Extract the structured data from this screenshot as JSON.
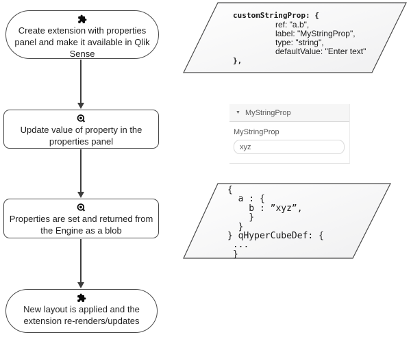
{
  "flowchart": {
    "node1": {
      "icon": "puzzle",
      "label": "Create extension with properties panel and make it available in Qlik Sense"
    },
    "node2": {
      "icon": "qlik-q",
      "label": "Update value of property in the properties panel"
    },
    "node3": {
      "icon": "qlik-q",
      "label": "Properties are set and returned from the Engine as a blob"
    },
    "node4": {
      "icon": "puzzle",
      "label": "New layout is applied and the extension re-renders/updates"
    }
  },
  "code_definition": {
    "open_line": "customStringProp: {",
    "prop_lines": [
      "ref: \"a.b\",",
      "label: \"MyStringProp\",",
      "type: \"string\",",
      "defaultValue: \"Enter text\""
    ],
    "close_line": "},"
  },
  "code_blob": {
    "lines": [
      "{",
      "  a : {",
      "    b : ”xyz”,",
      "    }",
      "  }",
      "} qHyperCubeDef: {",
      " ...",
      " }"
    ]
  },
  "properties_panel": {
    "expander_glyph": "▼",
    "header_label": "MyStringProp",
    "field_label": "MyStringProp",
    "field_value": "xyz"
  },
  "colors": {
    "shape_border": "#4a4a4a",
    "arrow": "#3d3d3d",
    "text": "#1f1f1f",
    "panel_text": "#595959",
    "panel_header_bg": "#f6f6f6",
    "panel_border": "#d9d9d9",
    "parallelogram_fill_start": "#fefefe",
    "parallelogram_fill_end": "#f0f0f1"
  }
}
